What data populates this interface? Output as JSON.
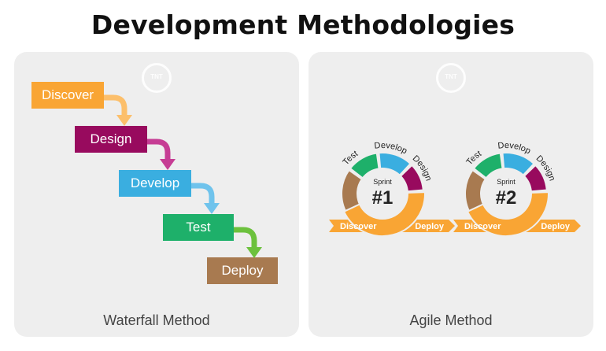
{
  "title": "Development Methodologies",
  "logo_text": "TNT",
  "waterfall": {
    "label": "Waterfall Method",
    "steps": [
      {
        "label": "Discover",
        "color": "#f9a534"
      },
      {
        "label": "Design",
        "color": "#980a5e"
      },
      {
        "label": "Develop",
        "color": "#3aaee0"
      },
      {
        "label": "Test",
        "color": "#1eb06a"
      },
      {
        "label": "Deploy",
        "color": "#a87a50"
      }
    ],
    "arrow_colors": [
      "#fcbf6b",
      "#c63d94",
      "#6fc3ec",
      "#6cc13d"
    ]
  },
  "agile": {
    "label": "Agile Method",
    "sprint_word": "Sprint",
    "sprints": [
      "#1",
      "#2"
    ],
    "segments": {
      "test": "Test",
      "develop": "Develop",
      "design": "Design",
      "discover": "Discover",
      "deploy": "Deploy"
    },
    "colors": {
      "test": "#1eb06a",
      "develop": "#3aaee0",
      "design": "#980a5e",
      "discover": "#f9a534",
      "deploy": "#a87a50"
    }
  }
}
